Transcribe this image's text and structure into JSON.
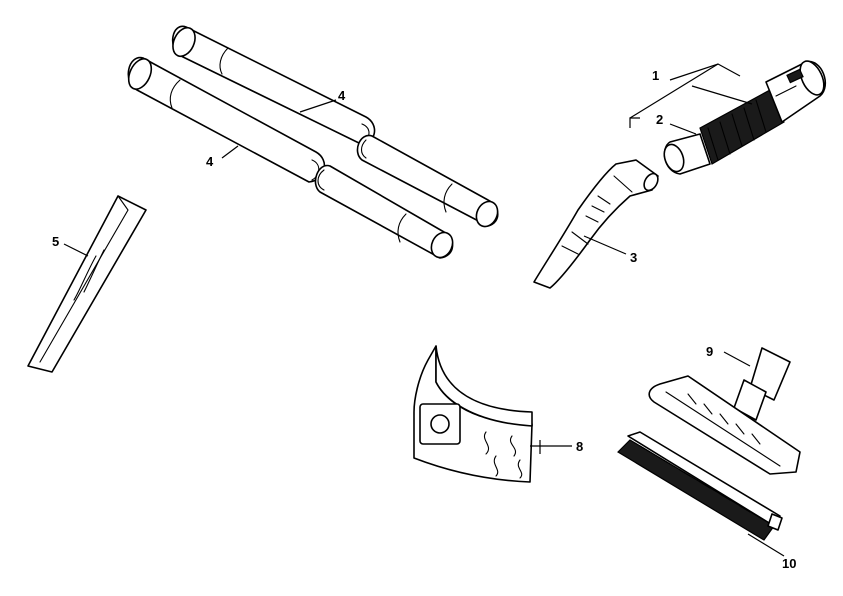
{
  "callouts": {
    "c1": "1",
    "c2": "2",
    "c3": "3",
    "c4a": "4",
    "c4b": "4",
    "c5": "5",
    "c8": "8",
    "c9": "9",
    "c10": "10"
  },
  "colors": {
    "line": "#000000",
    "fill": "#ffffff",
    "dark": "#1a1a1a"
  }
}
